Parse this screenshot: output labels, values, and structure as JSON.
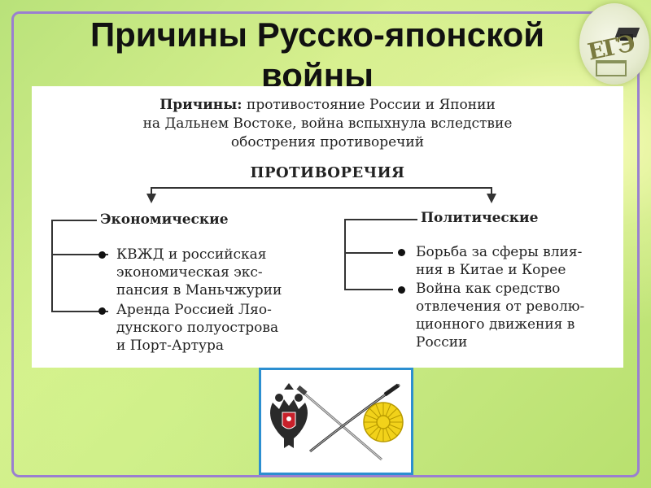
{
  "slide": {
    "title": "Причины Русско-японской войны",
    "logo_text": "ЕГЭ"
  },
  "diagram": {
    "intro_label": "Причины:",
    "intro_line1": " противостояние России и Японии",
    "intro_line2": "на Дальнем Востоке, война вспыхнула вследствие",
    "intro_line3": "обострения противоречий",
    "contradictions": "ПРОТИВОРЕЧИЯ",
    "economic": {
      "heading": "Экономические",
      "item1": [
        "КВЖД и российская",
        "экономическая экс-",
        "пансия в Маньчжурии"
      ],
      "item2": [
        "Аренда Россией Ляо-",
        "дунского полуострова",
        "и Порт-Артура"
      ]
    },
    "political": {
      "heading": "Политические",
      "item1": [
        "Борьба за сферы влия-",
        "ния в Китае и Корее"
      ],
      "item2": [
        "Война как средство",
        "отвлечения от револю-",
        "ционного движения в",
        "России"
      ]
    }
  },
  "colors": {
    "frame": "#9a7fd0",
    "emblem_border": "#2c8fd0",
    "chrysanthemum": "#f2d21a",
    "eagle_red": "#c8202a"
  },
  "icons": [
    "russian-eagle-emblem-icon",
    "crossed-swords-icon",
    "chrysanthemum-emblem-icon"
  ]
}
